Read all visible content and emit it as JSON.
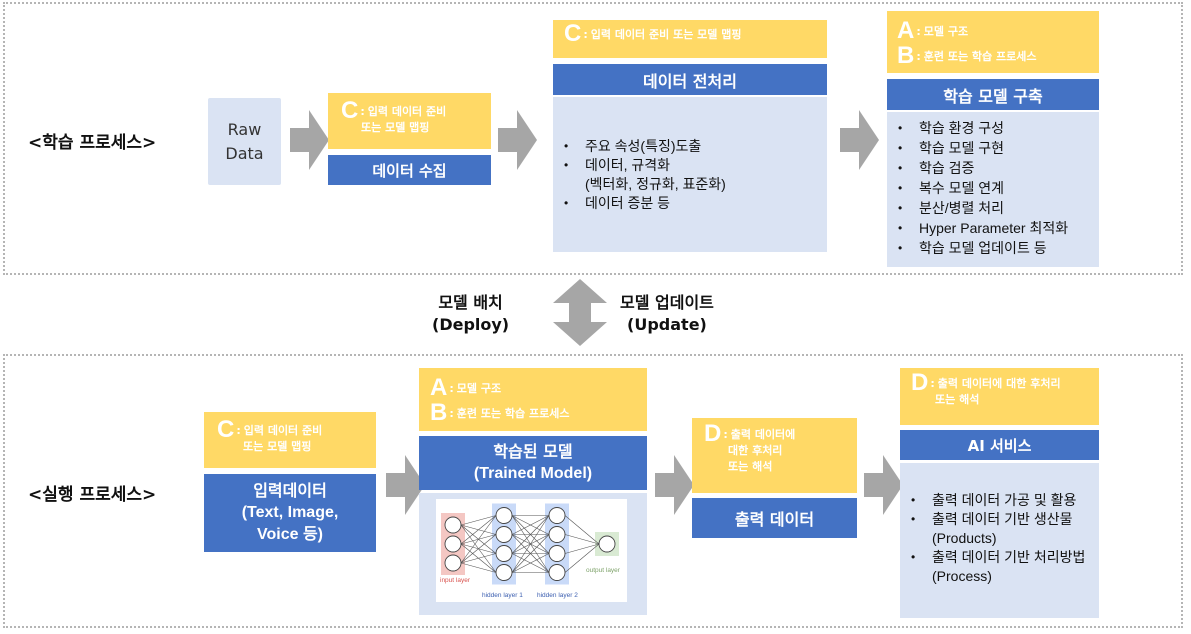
{
  "learning_process": {
    "label": "<학습 프로세스>",
    "raw_data": "Raw\nData",
    "collection": {
      "note": {
        "letter": "C",
        "lines": [
          "입력 데이터 준비",
          "또는 모델 맵핑"
        ]
      },
      "title": "데이터 수집"
    },
    "preprocessing": {
      "note": {
        "letter": "C",
        "text": "입력 데이터 준비 또는 모델 맵핑"
      },
      "title": "데이터 전처리",
      "bullets": [
        {
          "text": "주요 속성(특징)도출"
        },
        {
          "text": "데이터, 규격화",
          "cont": "(벡터화, 정규화, 표준화)"
        },
        {
          "text": "데이터 증분 등"
        }
      ]
    },
    "model_build": {
      "note": [
        {
          "letter": "A",
          "text": "모델 구조"
        },
        {
          "letter": "B",
          "text": "훈련 또는 학습 프로세스"
        }
      ],
      "title": "학습 모델 구축",
      "bullets": [
        {
          "text": "학습 환경 구성"
        },
        {
          "text": "학습 모델 구현"
        },
        {
          "text": "학습 검증"
        },
        {
          "text": "복수 모델 연계"
        },
        {
          "text": "분산/병렬 처리"
        },
        {
          "text": "Hyper Parameter 최적화"
        },
        {
          "text": "학습 모델 업데이트 등"
        }
      ]
    }
  },
  "transition": {
    "deploy": {
      "ko": "모델 배치",
      "en": "(Deploy)"
    },
    "update": {
      "ko": "모델 업데이트",
      "en": "(Update)"
    }
  },
  "execution_process": {
    "label": "<실행 프로세스>",
    "input": {
      "note": {
        "letter": "C",
        "lines": [
          "입력 데이터 준비",
          "또는 모델 맵핑"
        ]
      },
      "title_lines": [
        "입력데이터",
        "(Text, Image,",
        "Voice 등)"
      ]
    },
    "trained_model": {
      "note": [
        {
          "letter": "A",
          "text": "모델 구조"
        },
        {
          "letter": "B",
          "text": "훈련 또는 학습 프로세스"
        }
      ],
      "title_lines": [
        "학습된 모델",
        "(Trained Model)"
      ],
      "network": {
        "layers": [
          {
            "name": "input layer",
            "nodes": 3,
            "color": "#f4c7c3"
          },
          {
            "name": "hidden layer 1",
            "nodes": 4,
            "color": "#c9daf8"
          },
          {
            "name": "hidden layer 2",
            "nodes": 4,
            "color": "#c9daf8"
          },
          {
            "name": "output layer",
            "nodes": 1,
            "color": "#d9ead3"
          }
        ]
      }
    },
    "output": {
      "note": {
        "letter": "D",
        "lines": [
          "출력 데이터에",
          "대한 후처리",
          "또는 해석"
        ]
      },
      "title": "출력 데이터"
    },
    "ai_service": {
      "note": {
        "letter": "D",
        "lines": [
          "출력 데이터에 대한 후처리",
          "또는 해석"
        ]
      },
      "title": "AI 서비스",
      "bullets": [
        {
          "text": "출력 데이터 가공 및 활용"
        },
        {
          "text": "출력 데이터 기반 생산물",
          "cont": "(Products)"
        },
        {
          "text": "출력 데이터 기반 처리방법",
          "cont": "(Process)"
        }
      ]
    }
  },
  "colors": {
    "note_yellow": "#ffd966",
    "title_blue": "#4472c4",
    "body_lightblue": "#dae3f3",
    "arrow_gray": "#a6a6a6"
  }
}
